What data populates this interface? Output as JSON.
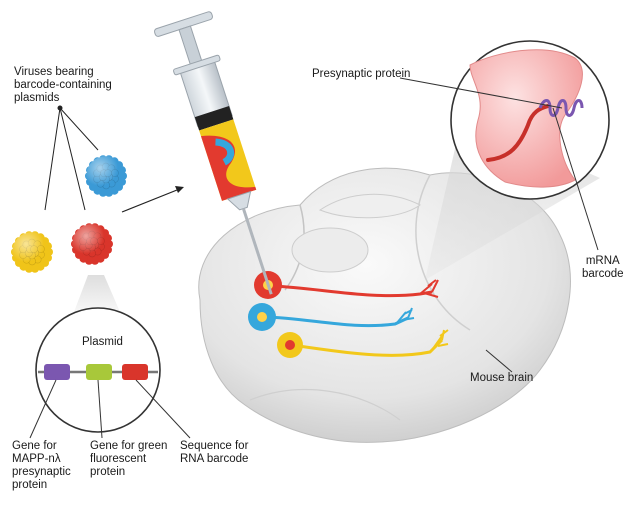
{
  "labels": {
    "viruses": "Viruses bearing\nbarcode-containing\nplasmids",
    "presynaptic_protein": "Presynaptic protein",
    "mrna_barcode": "mRNA\nbarcode",
    "mouse_brain": "Mouse brain",
    "plasmid_title": "Plasmid",
    "gene_mapp": "Gene for\nMAPP-nλ\npresynaptic\nprotein",
    "gene_green": "Gene for green\nfluorescent\nprotein",
    "sequence_rna": "Sequence for\nRNA barcode"
  },
  "colors": {
    "virus_blue": "#3b9ad6",
    "virus_yellow": "#f0c419",
    "virus_red": "#d9352b",
    "plasmid_purple": "#7b57b0",
    "plasmid_green": "#a8c83a",
    "plasmid_red": "#d9352b",
    "neuron_red": "#e23a2f",
    "neuron_blue": "#35a7dc",
    "neuron_yellow": "#f2c81b",
    "synapse_pink": "#f5b4b4",
    "brain_gray": "#d9d9d9"
  },
  "icons": {
    "syringe": "syringe-icon",
    "virus": "virus-particle-icon",
    "neuron": "neuron-icon",
    "brain": "mouse-brain-icon"
  }
}
